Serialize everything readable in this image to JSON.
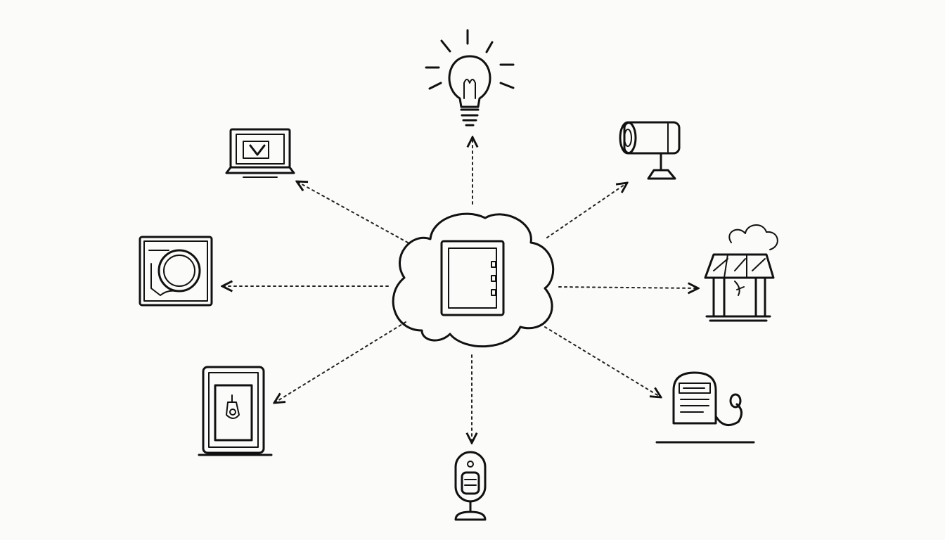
{
  "colors": {
    "ink": "#111111",
    "background": "#fbfbfa"
  },
  "hub": {
    "icon": "cloud-icon",
    "inner_icon": "control-panel-icon"
  },
  "nodes": [
    {
      "id": "lightbulb",
      "icon": "lightbulb-icon"
    },
    {
      "id": "laptop",
      "icon": "laptop-icon"
    },
    {
      "id": "camera",
      "icon": "security-camera-icon"
    },
    {
      "id": "thermostat",
      "icon": "thermostat-icon"
    },
    {
      "id": "solar-house",
      "icon": "solar-panel-house-icon"
    },
    {
      "id": "appliance",
      "icon": "appliance-panel-icon"
    },
    {
      "id": "meter",
      "icon": "smart-meter-icon"
    },
    {
      "id": "sensor",
      "icon": "sensor-icon"
    }
  ],
  "edges": [
    {
      "from": "hub",
      "to": "lightbulb",
      "style": "dotted-arrow"
    },
    {
      "from": "hub",
      "to": "laptop",
      "style": "dotted-arrow"
    },
    {
      "from": "hub",
      "to": "camera",
      "style": "dotted-arrow"
    },
    {
      "from": "hub",
      "to": "thermostat",
      "style": "dotted-arrow"
    },
    {
      "from": "hub",
      "to": "solar-house",
      "style": "dotted-arrow"
    },
    {
      "from": "hub",
      "to": "appliance",
      "style": "dotted-arrow"
    },
    {
      "from": "hub",
      "to": "meter",
      "style": "dotted-arrow"
    },
    {
      "from": "hub",
      "to": "sensor",
      "style": "dotted-arrow"
    }
  ]
}
